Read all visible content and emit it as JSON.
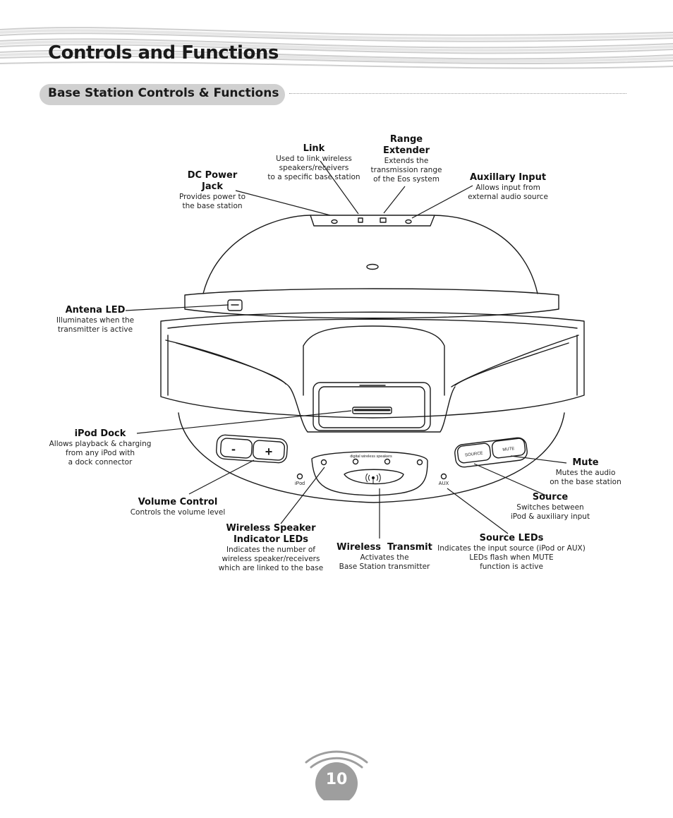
{
  "page": {
    "title": "Controls and Functions",
    "section_title": "Base Station Controls & Functions",
    "page_number": "10"
  },
  "device": {
    "minus_label": "-",
    "plus_label": "+",
    "source_button": "SOURCE",
    "mute_button": "MUTE",
    "panel_label": "digital wireless speakers",
    "ipod_led_label": "iPod",
    "aux_led_label": "AUX"
  },
  "callouts": {
    "dc_power_jack": {
      "title": "DC Power\nJack",
      "desc": "Provides power to\nthe base station"
    },
    "link": {
      "title": "Link",
      "desc": "Used to link wireless\nspeakers/receivers\nto a specific base station"
    },
    "range_extender": {
      "title": "Range\nExtender",
      "desc": "Extends the\ntransmission range\nof the Eos system"
    },
    "auxiliary_input": {
      "title": "Auxillary Input",
      "desc": "Allows input from\nexternal audio source"
    },
    "antena_led": {
      "title": "Antena LED",
      "desc": "Illuminates when the\ntransmitter is active"
    },
    "ipod_dock": {
      "title": "iPod Dock",
      "desc": "Allows playback & charging\nfrom any iPod with\na dock connector"
    },
    "volume_control": {
      "title": "Volume Control",
      "desc": "Controls the volume level"
    },
    "wireless_speaker_leds": {
      "title": "Wireless Speaker\nIndicator LEDs",
      "desc": "Indicates the number of\nwireless speaker/receivers\nwhich are linked to the base"
    },
    "wireless_transmit": {
      "title": "Wireless  Transmit",
      "desc": "Activates the\nBase Station transmitter"
    },
    "source_leds": {
      "title": "Source LEDs",
      "desc": "Indicates the input source (iPod or AUX)\nLEDs flash when MUTE\nfunction is active"
    },
    "source": {
      "title": "Source",
      "desc": "Switches between\niPod & auxiliary input"
    },
    "mute": {
      "title": "Mute",
      "desc": "Mutes the audio\non the base station"
    }
  },
  "colors": {
    "section_pill": "#d0d0d0",
    "badge": "#9e9e9e",
    "line_art": "#1a1a1a"
  }
}
